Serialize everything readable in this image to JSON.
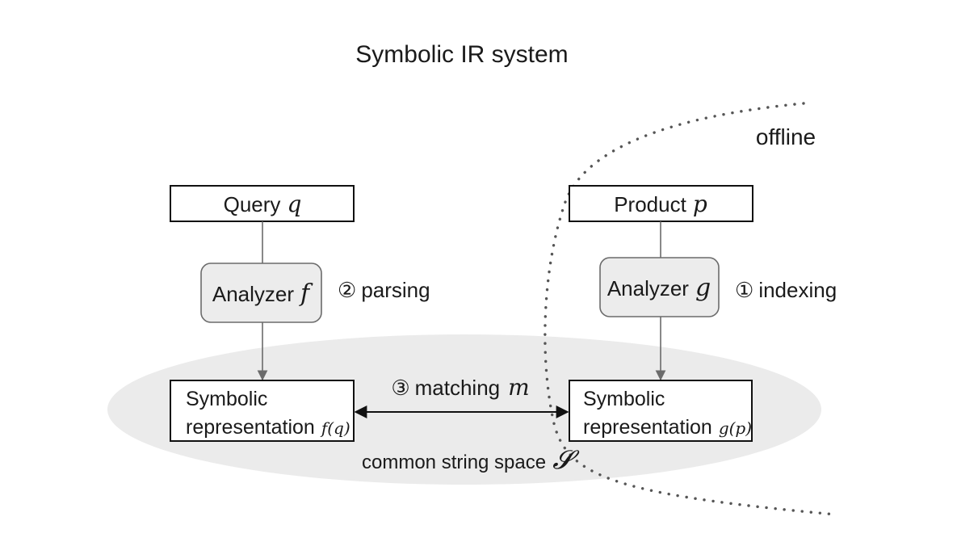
{
  "title": "Symbolic IR system",
  "offline_label": "offline",
  "query": {
    "label": "Query",
    "var": "q"
  },
  "product": {
    "label": "Product",
    "var": "p"
  },
  "analyzer_f": {
    "label": "Analyzer",
    "var": "f"
  },
  "analyzer_g": {
    "label": "Analyzer",
    "var": "g"
  },
  "step_parsing": {
    "num": "②",
    "label": "parsing"
  },
  "step_indexing": {
    "num": "①",
    "label": "indexing"
  },
  "step_matching": {
    "num": "③",
    "label": "matching",
    "var": "m"
  },
  "rep_query": {
    "line1": "Symbolic",
    "line2": "representation",
    "math": "f(q)"
  },
  "rep_product": {
    "line1": "Symbolic",
    "line2": "representation",
    "math": "g(p)"
  },
  "space": {
    "label": "common string space",
    "var": "𝓢"
  },
  "colors": {
    "ellipse": "#ebebeb",
    "analyzer_fill": "#ececec",
    "dots": "#555555"
  }
}
